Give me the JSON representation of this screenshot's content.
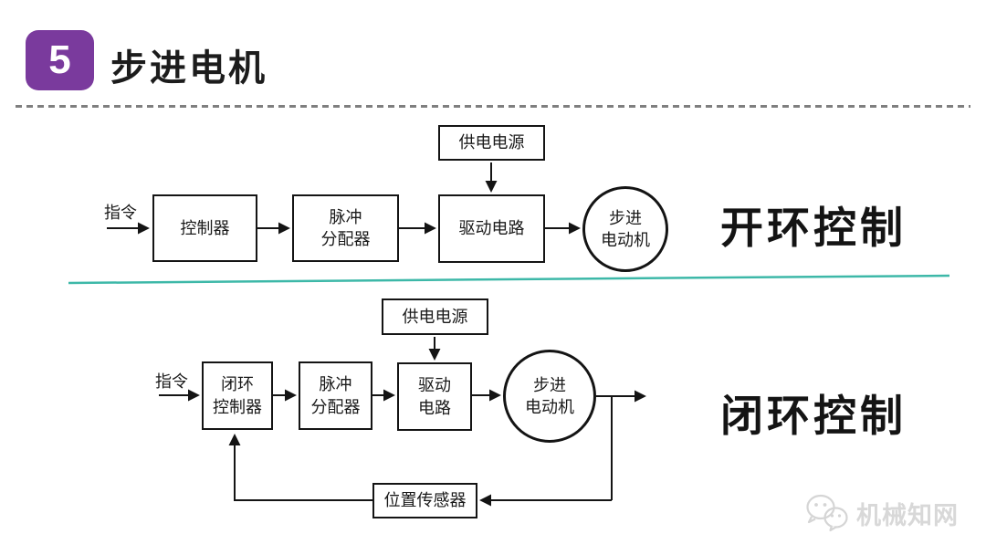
{
  "header": {
    "number": "5",
    "title": "步进电机"
  },
  "open_loop": {
    "section_label": "开环控制",
    "input_label": "指令",
    "power_supply": "供电电源",
    "controller": "控制器",
    "pulse_distributor": "脉冲\n分配器",
    "drive_circuit": "驱动电路",
    "motor": "步进\n电动机"
  },
  "closed_loop": {
    "section_label": "闭环控制",
    "input_label": "指令",
    "power_supply": "供电电源",
    "controller": "闭环\n控制器",
    "pulse_distributor": "脉冲\n分配器",
    "drive_circuit": "驱动\n电路",
    "motor": "步进\n电动机",
    "position_sensor": "位置传感器"
  },
  "watermark": {
    "text": "机械知网"
  },
  "colors": {
    "accent_purple": "#7a3a9d",
    "separator_teal": "#3db8a8",
    "dash_gray": "#7f7f7f",
    "line_black": "#141414"
  }
}
